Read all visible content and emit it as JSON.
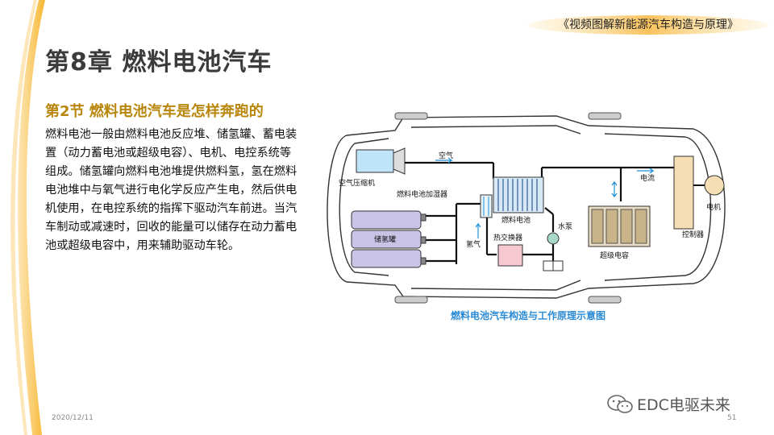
{
  "header": {
    "book_title": "《视频图解新能源汽车构造与原理》"
  },
  "chapter": {
    "title": "第8章   燃料电池汽车"
  },
  "section": {
    "title": "第2节   燃料电池汽车是怎样奔跑的"
  },
  "body": {
    "paragraph": "燃料电池一般由燃料电池反应堆、储氢罐、蓄电装置（动力蓄电池或超级电容）、电机、电控系统等组成。储氢罐向燃料电池堆提供燃料氢，氢在燃料电池堆中与氧气进行电化学反应产生电，然后供电机使用，在电控系统的指挥下驱动汽车前进。当汽车制动或减速时，回收的能量可以储存在动力蓄电池或超级电容中，用来辅助驱动车轮。"
  },
  "diagram": {
    "labels": {
      "air_compressor": "空气压缩机",
      "air": "空气",
      "humidifier": "燃料电池加湿器",
      "fuel_cell": "燃料电池",
      "water_pump": "水泵",
      "heat_exchanger": "热交换器",
      "hydrogen": "氢气",
      "hydrogen_tank": "储氢罐",
      "current": "电流",
      "motor": "电机",
      "controller": "控制器",
      "supercapacitor": "超级电容"
    },
    "caption": "燃料电池汽车构造与工作原理示意图"
  },
  "footer": {
    "date": "2020/12/11",
    "page": "51"
  },
  "watermark": {
    "text": "EDC电驱未来"
  },
  "colors": {
    "accent_gold": "#b8860b",
    "deco_orange": "#f7b733",
    "caption_blue": "#2a8ad4"
  }
}
